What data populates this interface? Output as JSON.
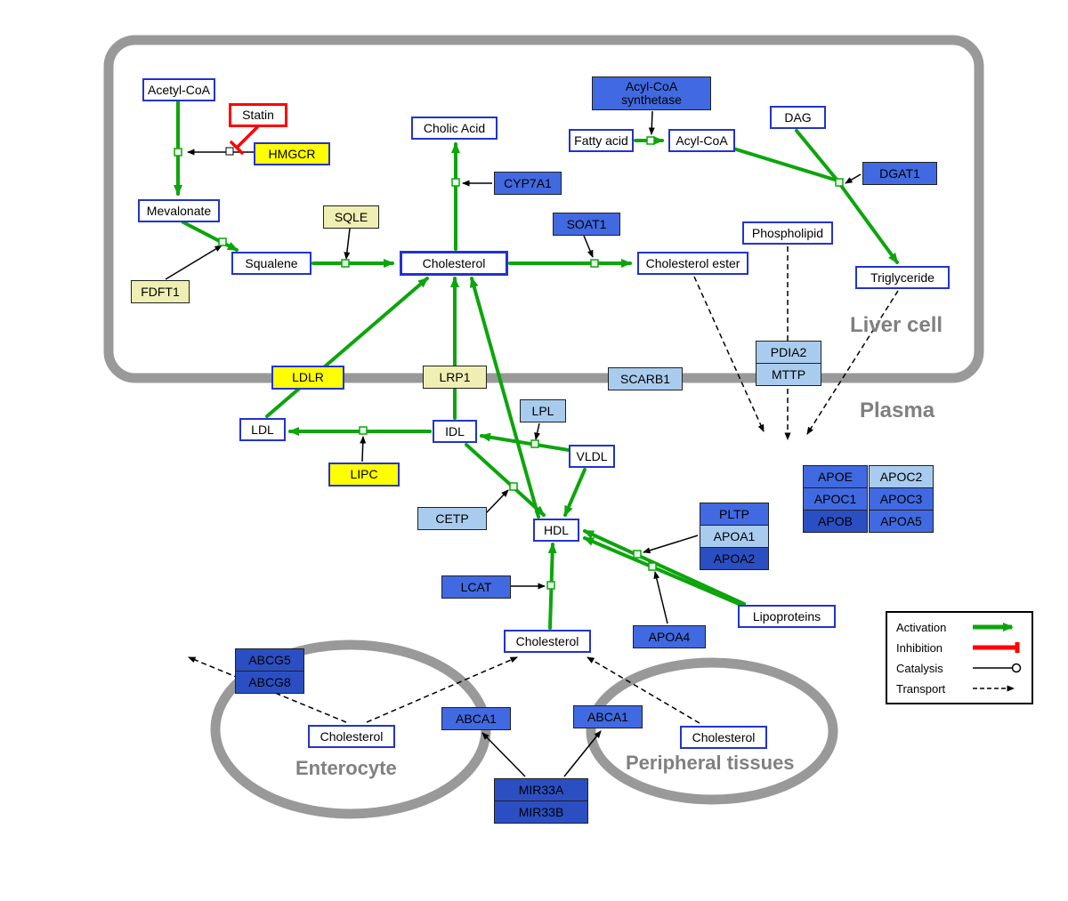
{
  "colors": {
    "activation_green": "#0CA50C",
    "inhibition_red": "#FF0000",
    "membrane_gray": "#999999",
    "metabolite_border_blue": "#2233CC",
    "enzyme_yellow": "#FFFF00",
    "enzyme_pale_yellow": "#EFEFB3",
    "gene_blue_medium": "#4169E1",
    "gene_blue_light": "#A9CCEE",
    "gene_blue_dark": "#2B4FC2"
  },
  "regions": {
    "liver_cell": "Liver cell",
    "plasma": "Plasma",
    "enterocyte": "Enterocyte",
    "peripheral_tissues": "Peripheral tissues"
  },
  "legend": {
    "activation": "Activation",
    "inhibition": "Inhibition",
    "catalysis": "Catalysis",
    "transport": "Transport"
  },
  "nodes": {
    "acetyl_coa": "Acetyl-CoA",
    "statin": "Statin",
    "hmgcr": "HMGCR",
    "mevalonate": "Mevalonate",
    "sqle": "SQLE",
    "fdft1": "FDFT1",
    "squalene": "Squalene",
    "cholic_acid": "Cholic Acid",
    "cyp7a1": "CYP7A1",
    "cholesterol_liver": "Cholesterol",
    "soat1": "SOAT1",
    "cholesterol_ester": "Cholesterol ester",
    "acyl_coa_synthetase": "Acyl-CoA synthetase",
    "fatty_acid": "Fatty acid",
    "acyl_coa": "Acyl-CoA",
    "dag": "DAG",
    "dgat1": "DGAT1",
    "phospholipid": "Phospholipid",
    "triglyceride": "Triglyceride",
    "pdia2": "PDIA2",
    "mttp": "MTTP",
    "ldlr": "LDLR",
    "lrp1": "LRP1",
    "scarb1": "SCARB1",
    "ldl": "LDL",
    "idl": "IDL",
    "lpl": "LPL",
    "vldl": "VLDL",
    "lipc": "LIPC",
    "cetp": "CETP",
    "hdl": "HDL",
    "pltp": "PLTP",
    "apoa1": "APOA1",
    "apoa2": "APOA2",
    "lcat": "LCAT",
    "apoa4": "APOA4",
    "lipoproteins": "Lipoproteins",
    "apoe": "APOE",
    "apoc2": "APOC2",
    "apoc1": "APOC1",
    "apoc3": "APOC3",
    "apob": "APOB",
    "apoa5": "APOA5",
    "cholesterol_center": "Cholesterol",
    "abcg5": "ABCG5",
    "abcg8": "ABCG8",
    "cholesterol_enterocyte": "Cholesterol",
    "abca1_enterocyte": "ABCA1",
    "abca1_peripheral": "ABCA1",
    "cholesterol_peripheral": "Cholesterol",
    "mir33a": "MIR33A",
    "mir33b": "MIR33B"
  }
}
